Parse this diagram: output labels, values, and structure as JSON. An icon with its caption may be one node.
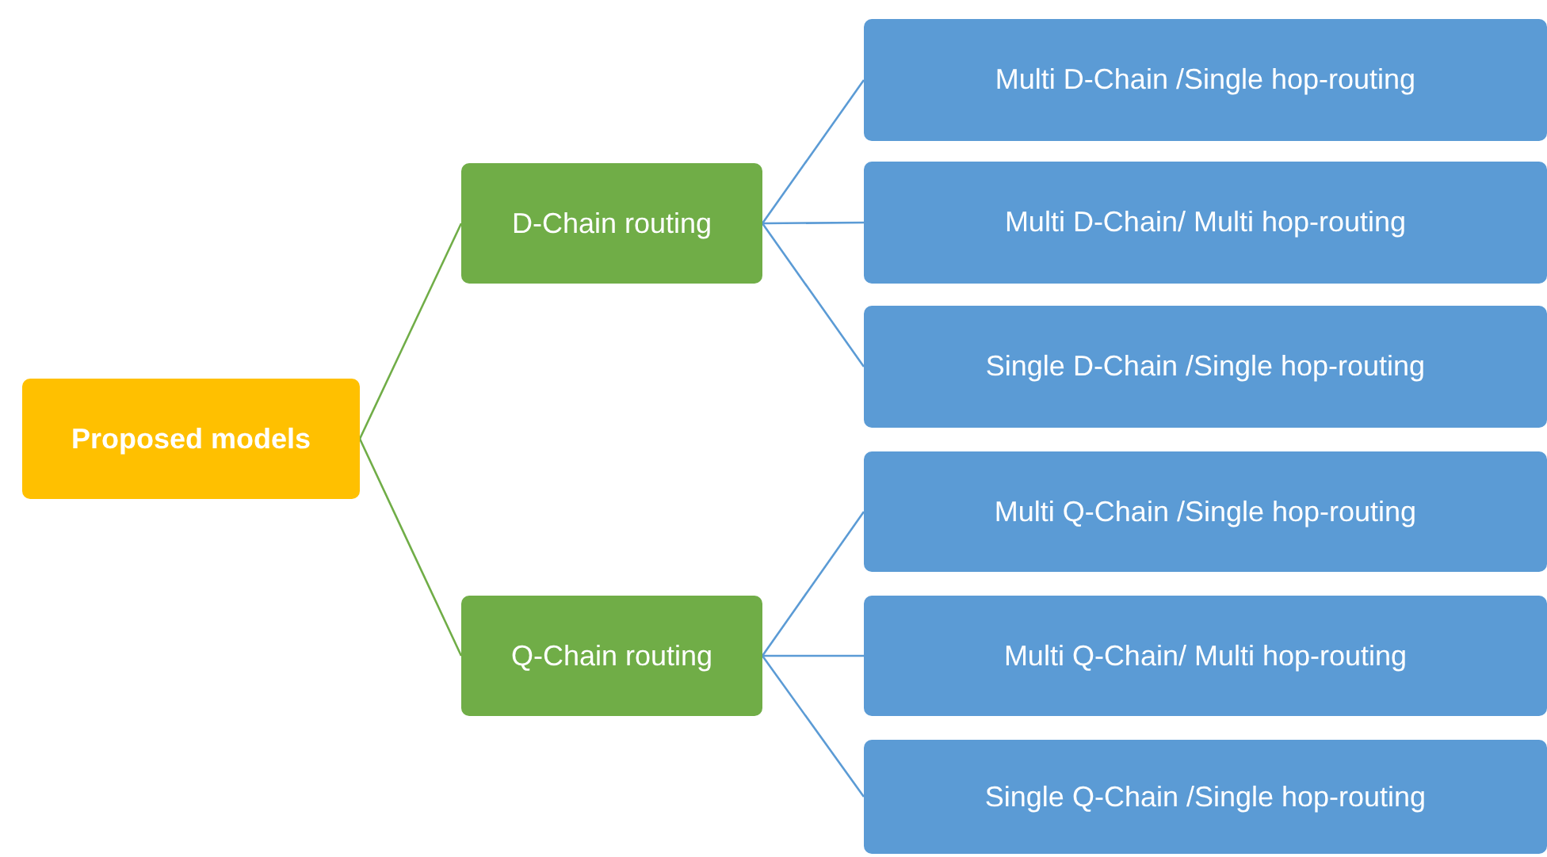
{
  "diagram": {
    "nodes": [
      {
        "text": [
          "Proposed models"
        ]
      },
      {
        "text": [
          "D-Chain routing"
        ]
      },
      {
        "text": [
          "Q-Chain routing"
        ]
      },
      {
        "text": [
          "Multi D-Chain /Single hop-routing"
        ]
      },
      {
        "text": [
          "Multi D-Chain/ Multi hop-routing"
        ]
      },
      {
        "text": [
          "Single D-Chain /Single hop-routing"
        ]
      },
      {
        "text": [
          "Multi Q-Chain /Single hop-routing"
        ]
      },
      {
        "text": [
          "Multi Q-Chain/ Multi hop-routing"
        ]
      },
      {
        "text": [
          "Single Q-Chain /Single hop-routing"
        ]
      }
    ],
    "edges": [
      {
        "from": 0,
        "to": 1,
        "arrow": "none",
        "color": "#70ad47"
      },
      {
        "from": 0,
        "to": 2,
        "arrow": "none",
        "color": "#70ad47"
      },
      {
        "from": 1,
        "to": 3,
        "arrow": "none"
      },
      {
        "from": 1,
        "to": 4,
        "arrow": "none"
      },
      {
        "from": 1,
        "to": 5,
        "arrow": "none"
      },
      {
        "from": 2,
        "to": 6,
        "arrow": "none"
      },
      {
        "from": 2,
        "to": 7,
        "arrow": "none"
      },
      {
        "from": 2,
        "to": 8,
        "arrow": "none"
      }
    ]
  }
}
